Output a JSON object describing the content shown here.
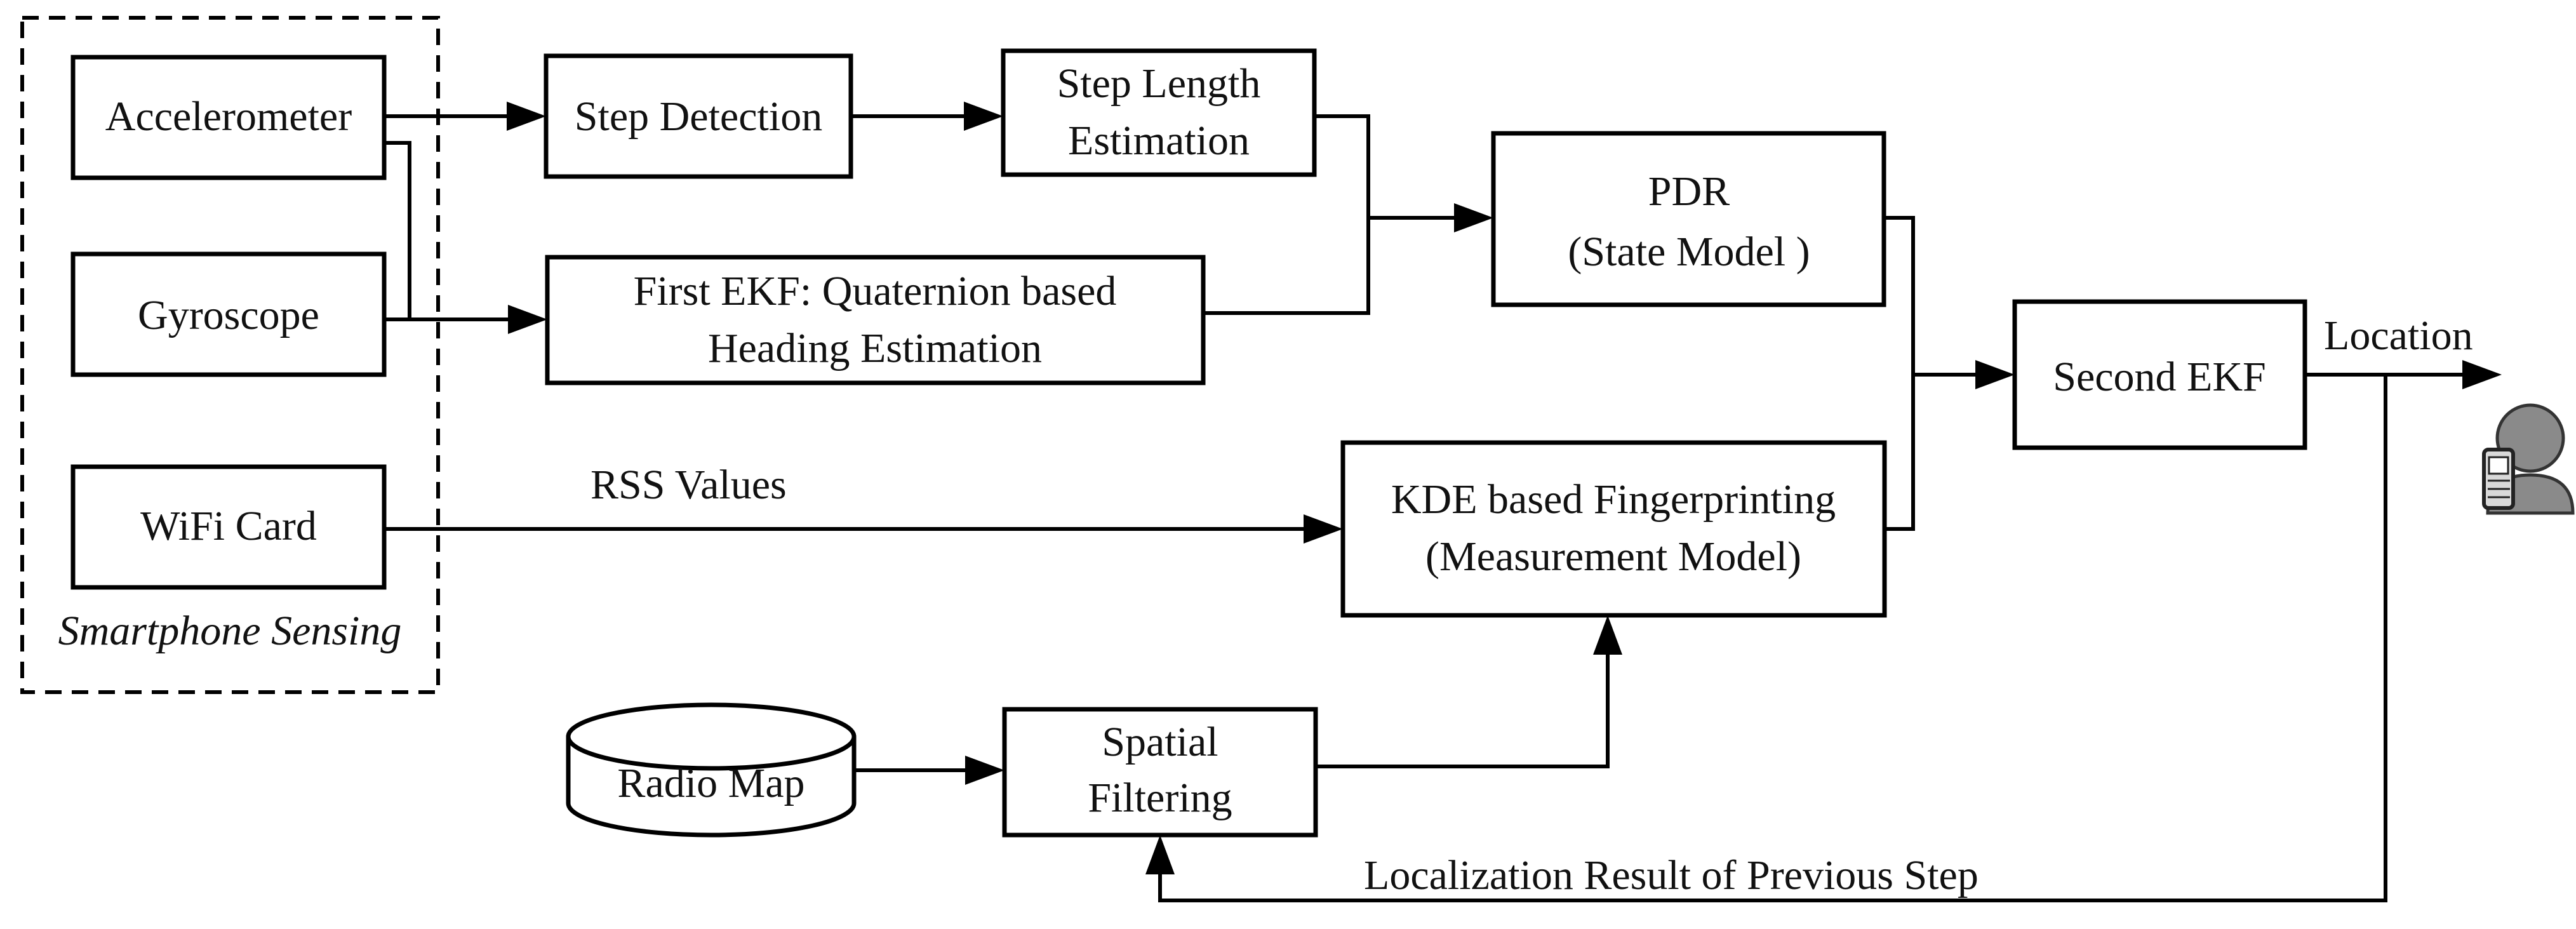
{
  "group": {
    "label": "Smartphone Sensing"
  },
  "sensors": {
    "accelerometer": "Accelerometer",
    "gyroscope": "Gyroscope",
    "wifi": "WiFi Card"
  },
  "blocks": {
    "step_detection": "Step Detection",
    "step_length": [
      "Step Length",
      "Estimation"
    ],
    "first_ekf": [
      "First EKF: Quaternion based",
      "Heading Estimation"
    ],
    "pdr": [
      "PDR",
      "(State Model )"
    ],
    "second_ekf": "Second EKF",
    "kde": [
      "KDE based Fingerprinting",
      "(Measurement Model)"
    ],
    "radio_map": "Radio Map",
    "spatial": [
      "Spatial",
      "Filtering"
    ]
  },
  "edges": {
    "rss": "RSS Values",
    "location": "Location",
    "feedback": "Localization Result of Previous Step"
  },
  "icons": {
    "user": "user-with-phone-icon"
  }
}
